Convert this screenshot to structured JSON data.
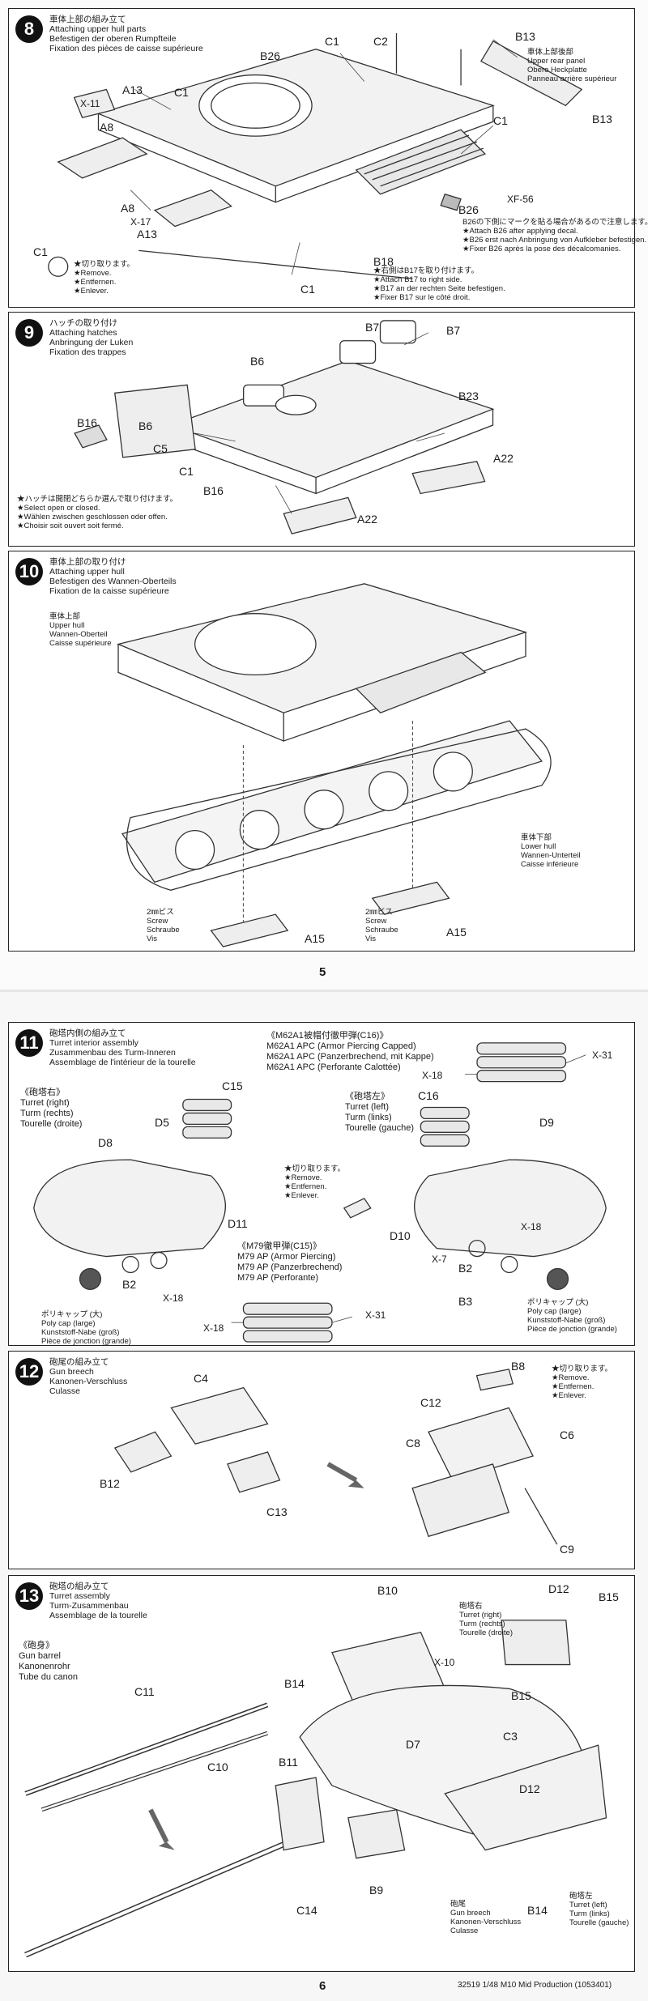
{
  "steps": {
    "s8": {
      "num": "8",
      "title": [
        "車体上部の組み立て",
        "Attaching upper hull parts",
        "Befestigen der oberen Rumpfteile",
        "Fixation des pièces de caisse supérieure"
      ],
      "labels": {
        "A13a": "A13",
        "A8a": "A8",
        "X11": "X-11",
        "C1a": "C1",
        "B26a": "B26",
        "C1b": "C1",
        "C2": "C2",
        "B13a": "B13",
        "B13b": "B13",
        "C1c": "C1",
        "A8b": "A8",
        "X17": "X-17",
        "A13b": "A13",
        "C1d": "C1",
        "C1e": "C1",
        "B18": "B18",
        "B26b": "B26",
        "XF56": "XF-56"
      },
      "rear_panel": [
        "車体上部後部",
        "Upper rear panel",
        "Obere Heckplatte",
        "Panneau arrière supérieur"
      ],
      "remove_note": [
        "★切り取ります。",
        "★Remove.",
        "★Entfernen.",
        "★Enlever."
      ],
      "decal_note": [
        "B26の下側にマークを貼る場合があるので注意します。",
        "★Attach B26 after applying decal.",
        "★B26 erst nach Anbringung von Aufkleber befestigen.",
        "★Fixer B26 après la pose des décalcomanies."
      ],
      "b17_note": [
        "★右側はB17を取り付けます。",
        "★Attach B17 to right side.",
        "★B17 an der rechten Seite befestigen.",
        "★Fixer B17 sur le côté droit."
      ]
    },
    "s9": {
      "num": "9",
      "title": [
        "ハッチの取り付け",
        "Attaching hatches",
        "Anbringung der Luken",
        "Fixation des trappes"
      ],
      "labels": {
        "B7a": "B7",
        "B7b": "B7",
        "B6a": "B6",
        "B16a": "B16",
        "B6b": "B6",
        "C5": "C5",
        "C1": "C1",
        "B16b": "B16",
        "B23": "B23",
        "A22a": "A22",
        "A22b": "A22"
      },
      "hatch_note": [
        "★ハッチは開閉どちらか選んで取り付けます。",
        "★Select open or closed.",
        "★Wählen zwischen geschlossen oder offen.",
        "★Choisir soit ouvert soit fermé."
      ]
    },
    "s10": {
      "num": "10",
      "title": [
        "車体上部の取り付け",
        "Attaching upper hull",
        "Befestigen des Wannen-Oberteils",
        "Fixation de la caisse supérieure"
      ],
      "upper_hull": [
        "車体上部",
        "Upper hull",
        "Wannen-Oberteil",
        "Caisse supérieure"
      ],
      "lower_hull": [
        "車体下部",
        "Lower hull",
        "Wannen-Unterteil",
        "Caisse inférieure"
      ],
      "screw_a": [
        "2㎜ビス",
        "Screw",
        "Schraube",
        "Vis"
      ],
      "screw_b": [
        "2㎜ビス",
        "Screw",
        "Schraube",
        "Vis"
      ],
      "labels": {
        "A15a": "A15",
        "A15b": "A15"
      }
    },
    "s11": {
      "num": "11",
      "title": [
        "砲塔内側の組み立て",
        "Turret interior assembly",
        "Zusammenbau des Turm-Inneren",
        "Assemblage de l'intérieur de la tourelle"
      ],
      "ammo_c16": [
        "《M62A1被帽付徹甲弾(C16)》",
        "M62A1 APC (Armor Piercing Capped)",
        "M62A1 APC (Panzerbrechend, mit Kappe)",
        "M62A1 APC (Perforante Calottée)"
      ],
      "turret_right": [
        "《砲塔右》",
        "Turret (right)",
        "Turm (rechts)",
        "Tourelle (droite)"
      ],
      "turret_left": [
        "《砲塔左》",
        "Turret (left)",
        "Turm (links)",
        "Tourelle (gauche)"
      ],
      "ammo_c15": [
        "《M79徹甲弾(C15)》",
        "M79 AP (Armor Piercing)",
        "M79 AP (Panzerbrechend)",
        "M79 AP (Perforante)"
      ],
      "remove_note": [
        "★切り取ります。",
        "★Remove.",
        "★Entfernen.",
        "★Enlever."
      ],
      "polycap_a": [
        "ポリキャップ (大)",
        "Poly cap (large)",
        "Kunststoff-Nabe (groß)",
        "Pièce de jonction (grande)"
      ],
      "polycap_b": [
        "ポリキャップ (大)",
        "Poly cap (large)",
        "Kunststoff-Nabe (groß)",
        "Pièce de jonction (grande)"
      ],
      "labels": {
        "X31a": "X-31",
        "X18a": "X-18",
        "C15": "C15",
        "C16": "C16",
        "D5": "D5",
        "D8": "D8",
        "D9": "D9",
        "D11": "D11",
        "B2a": "B2",
        "X18b": "X-18",
        "X31b": "X-31",
        "X18c": "X-18",
        "D10": "D10",
        "X7": "X-7",
        "X18d": "X-18",
        "B2b": "B2",
        "B3": "B3"
      }
    },
    "s12": {
      "num": "12",
      "title": [
        "砲尾の組み立て",
        "Gun breech",
        "Kanonen-Verschluss",
        "Culasse"
      ],
      "remove_note": [
        "★切り取ります。",
        "★Remove.",
        "★Entfernen.",
        "★Enlever."
      ],
      "labels": {
        "C4": "C4",
        "B12": "B12",
        "C13": "C13",
        "B8": "B8",
        "C12": "C12",
        "C6": "C6",
        "C8": "C8",
        "C9": "C9"
      }
    },
    "s13": {
      "num": "13",
      "title": [
        "砲塔の組み立て",
        "Turret assembly",
        "Turm-Zusammenbau",
        "Assemblage de la tourelle"
      ],
      "gun_barrel": [
        "《砲身》",
        "Gun barrel",
        "Kanonenrohr",
        "Tube du canon"
      ],
      "turret_right": [
        "砲塔右",
        "Turret (right)",
        "Turm (rechts)",
        "Tourelle (droite)"
      ],
      "gun_breech": [
        "砲尾",
        "Gun breech",
        "Kanonen-Verschluss",
        "Culasse"
      ],
      "turret_left": [
        "砲塔左",
        "Turret (left)",
        "Turm (links)",
        "Tourelle (gauche)"
      ],
      "labels": {
        "B10": "B10",
        "D12a": "D12",
        "B15a": "B15",
        "X10": "X-10",
        "C11": "C11",
        "B14a": "B14",
        "B15b": "B15",
        "C3": "C3",
        "D7": "D7",
        "C10": "C10",
        "B11": "B11",
        "D12b": "D12",
        "C14": "C14",
        "B9": "B9",
        "B14b": "B14"
      }
    }
  },
  "page_numbers": {
    "p5": "5",
    "p6": "6"
  },
  "footer": "32519 1/48 M10 Mid Production (1053401)"
}
